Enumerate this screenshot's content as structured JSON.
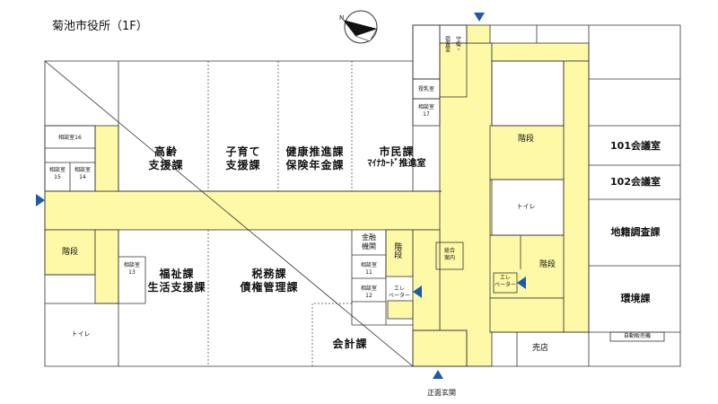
{
  "title": "菊池市役所（1F）",
  "entrance": "正面玄関",
  "rooms": {
    "koureishien": [
      "高齢",
      "支援課"
    ],
    "kosodate": [
      "子育て",
      "支援課"
    ],
    "kenkou": [
      "健康推進課",
      "保険年金課"
    ],
    "shimin": [
      "市民課",
      "ﾏｲﾅｶｰﾄﾞ推進室"
    ],
    "kaidan": "階段",
    "kaigi101": "101会議室",
    "kaigi102": "102会議室",
    "toire": "トイレ",
    "chiseki": "地籍調査課",
    "kankyou": "環境課",
    "jihanki": "自動販売機",
    "baiten": "売店",
    "fukushi": [
      "福祉課",
      "生活支援課"
    ],
    "zeimu": [
      "税務課",
      "債権管理課"
    ],
    "kaikei": "会計課",
    "kinyu": [
      "金融",
      "機関"
    ],
    "sougou": [
      "総合",
      "案内"
    ],
    "elevator": [
      "エレ",
      "ベーター"
    ],
    "jyunyu": "授乳室",
    "shukuchoku": "宿直室",
    "shuei": "守衛・",
    "soudan16": "相談室16",
    "soudan15": [
      "相談室",
      "15"
    ],
    "soudan14": [
      "相談室",
      "14"
    ],
    "soudan17": [
      "相談室",
      "17"
    ],
    "soudan13": [
      "相談室",
      "13"
    ],
    "soudan11": [
      "相談室",
      "11"
    ],
    "soudan12": [
      "相談室",
      "12"
    ]
  },
  "colors": {
    "corridor": "#fef9a6",
    "wall": "#333333",
    "arrow": "#1f5aa8"
  }
}
